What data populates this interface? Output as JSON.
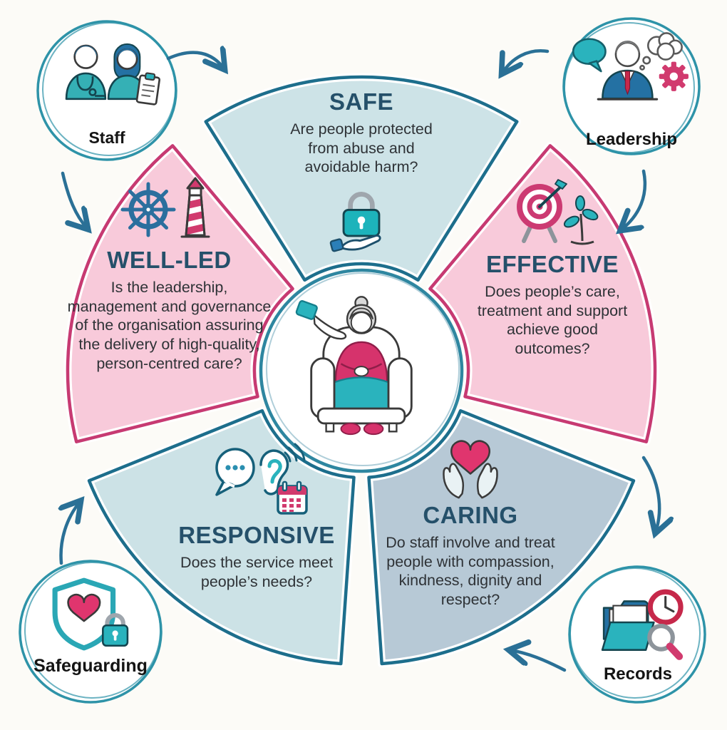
{
  "wheel": {
    "segments": [
      {
        "id": "safe",
        "label": "SAFE",
        "question": "Are people protected from abuse and avoidable harm?",
        "icon": "lock-in-hand-icon",
        "fill": "#cde3e7",
        "stroke": "#1d6e8c"
      },
      {
        "id": "effective",
        "label": "EFFECTIVE",
        "question": "Does people’s care, treatment and support achieve good outcomes?",
        "icon": "target-arrow-plant-icon",
        "fill": "#f8cada",
        "stroke": "#c73a72"
      },
      {
        "id": "caring",
        "label": "CARING",
        "question": "Do staff involve and treat people with compassion, kindness, dignity and respect?",
        "icon": "hands-holding-heart-icon",
        "fill": "#b7c9d6",
        "stroke": "#1d6e8c"
      },
      {
        "id": "responsive",
        "label": "RESPONSIVE",
        "question": "Does the service meet people’s needs?",
        "icon": "speech-bubble-ear-calendar-icon",
        "fill": "#cce2e6",
        "stroke": "#1d6e8c"
      },
      {
        "id": "well_led",
        "label": "WELL-LED",
        "question": "Is the leadership, management and governance of the organisation assuring the delivery of high-quality, person-centred care?",
        "icon": "ship-wheel-lighthouse-icon",
        "fill": "#f8cada",
        "stroke": "#c73a72"
      }
    ],
    "center_icon": "elderly-person-in-armchair-icon"
  },
  "satellites": [
    {
      "id": "staff",
      "label": "Staff",
      "icon": "medical-staff-icon"
    },
    {
      "id": "leadership",
      "label": "Leadership",
      "icon": "business-leader-icon"
    },
    {
      "id": "safeguarding",
      "label": "Safeguarding",
      "icon": "shield-heart-padlock-icon"
    },
    {
      "id": "records",
      "label": "Records",
      "icon": "folder-clock-magnifier-icon"
    }
  ],
  "colors": {
    "arrow": "#2a7096",
    "satellite_circle_outline": "#2e93a8",
    "center_circle_outline": "#2e86a0",
    "title_text": "#25506a",
    "body_text": "#2e3236",
    "label_text": "#141414",
    "background": "#fcfbf7",
    "teal_segment_fill": "#cde3e7",
    "pink_segment_fill": "#f8cada",
    "grey_blue_segment_fill": "#b7c9d6",
    "teal_outline": "#1d6e8c",
    "pink_outline": "#c73a72"
  }
}
